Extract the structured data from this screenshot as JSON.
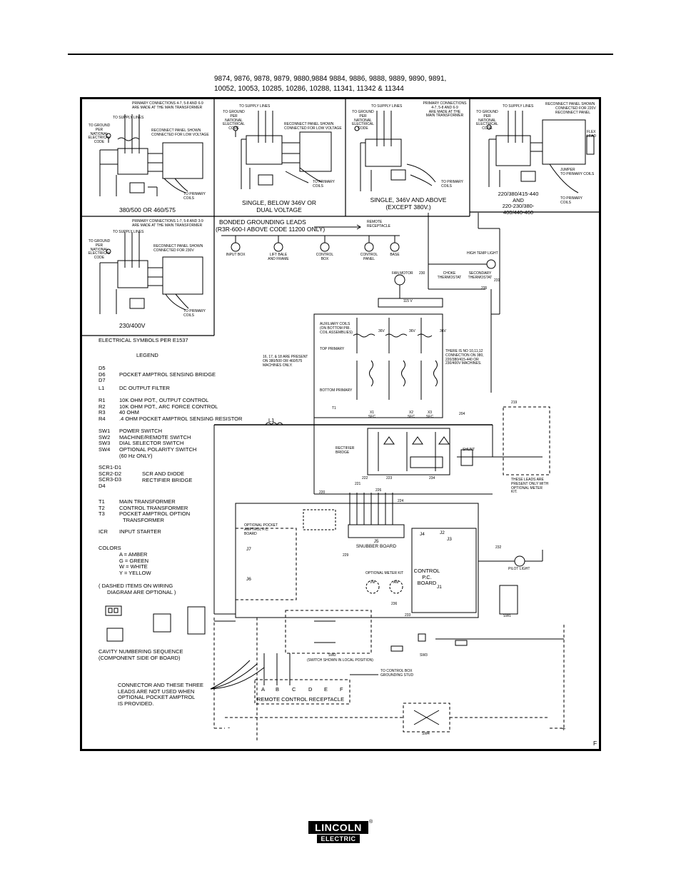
{
  "header": {
    "models_line1": "9874, 9876, 9878, 9879, 9880,9884 9884, 9886, 9888, 9889, 9890, 9891,",
    "models_line2": "10052, 10053, 10285, 10286, 10288, 11341, 11342 & 11344"
  },
  "panels": {
    "p1": {
      "note": [
        "PRIMARY CONNECTIONS 4-7, 5-8 AND 6-9",
        "ARE MADE AT THE MAIN TRANSFORMER"
      ],
      "supply": "TO SUPPLY LINES",
      "ground": [
        "TO GROUND",
        "PER",
        "NATIONAL",
        "ELECTRICAL",
        "CODE"
      ],
      "reconnect": [
        "RECONNECT PANEL SHOWN",
        "CONNECTED FOR LOW VOLTAGE"
      ],
      "primary_coils": [
        "TO PRIMARY",
        "COILS"
      ],
      "caption": "380/500 OR 460/575"
    },
    "p2": {
      "supply": "TO SUPPLY LINES",
      "ground": [
        "TO GROUND",
        "PER",
        "NATIONAL",
        "ELECTRICAL",
        "CODE"
      ],
      "reconnect": [
        "RECONNECT PANEL SHOWN",
        "CONNECTED FOR LOW VOLTAGE"
      ],
      "primary_coils": [
        "TO PRIMARY",
        "COILS"
      ],
      "caption": [
        "SINGLE, BELOW 346V OR",
        "DUAL VOLTAGE"
      ]
    },
    "p3": {
      "supply": "TO SUPPLY LINES",
      "ground": [
        "TO GROUND",
        "PER",
        "NATIONAL",
        "ELECTRICAL",
        "CODE"
      ],
      "note": [
        "PRIMARY CONNECTIONS",
        "4-7, 5-8 AND 6-9",
        "ARE MADE AT THE",
        "MAIN TRANSFORMER"
      ],
      "primary_coils": [
        "TO PRIMARY",
        "COILS"
      ],
      "caption": [
        "SINGLE, 346V AND ABOVE",
        "(EXCEPT 380V.)"
      ]
    },
    "p4": {
      "supply": "TO SUPPLY LINES",
      "ground": [
        "TO GROUND",
        "PER",
        "NATIONAL",
        "ELECTRICAL",
        "CODE"
      ],
      "reconnect": [
        "RECONNECT PANEL SHOWN",
        "CONNECTED FOR 220V",
        "RECONNECT PANEL"
      ],
      "flex": [
        "FLEX",
        "LEAD"
      ],
      "jumper": [
        "JUMPER",
        "TO PRIMARY COILS"
      ],
      "primary_coils": [
        "TO PRIMARY",
        "COILS"
      ],
      "caption": [
        "220/380/415-440",
        "AND",
        "220-230/380-",
        "400/440-460"
      ]
    },
    "p5": {
      "note": [
        "PRIMARY CONNECTIONS 1-7, 5-8 AND 3-9",
        "ARE MADE AT THE MAIN TRANSFORMER"
      ],
      "supply": "TO SUPPLY LINES",
      "ground": [
        "TO GROUND",
        "PER",
        "NATIONAL",
        "ELECTRICAL",
        "CODE"
      ],
      "reconnect": [
        "RECONNECT PANEL SHOWN",
        "CONNECTED FOR 230V"
      ],
      "primary_coils": [
        "TO PRIMARY",
        "COILS"
      ],
      "caption": "230/400V"
    }
  },
  "grounding": {
    "title": "BONDED GROUNDING LEADS",
    "subtitle": "(R3R-600-I ABOVE CODE 11200 ONLY)",
    "remote": [
      "REMOTE",
      "RECEPTACLE"
    ],
    "items": [
      [
        "INPUT BOX"
      ],
      [
        "LIFT BALE",
        "AND FRAME"
      ],
      [
        "CONTROL",
        "BOX"
      ],
      [
        "CONTROL",
        "PANEL"
      ],
      [
        "BASE"
      ]
    ]
  },
  "legend": {
    "symbols_note": "ELECTRICAL SYMBOLS PER E1537",
    "title": "LEGEND",
    "groups": [
      {
        "codes": [
          "D5",
          "D6",
          "D7"
        ],
        "desc": [
          "POCKET AMPTROL SENSING BRIDGE"
        ]
      },
      {
        "codes": [
          "L1"
        ],
        "desc": [
          "DC OUTPUT FILTER"
        ]
      },
      {
        "codes": [
          "R1",
          "R2",
          "R3",
          "R4"
        ],
        "desc": [
          "10K OHM POT., OUTPUT CONTROL",
          "10K OHM POT., ARC FORCE CONTROL",
          "40 OHM",
          ".4 OHM POCKET AMPTROL SENSING RESISTOR"
        ]
      },
      {
        "codes": [
          "SW1",
          "SW2",
          "SW3",
          "SW4"
        ],
        "desc": [
          "POWER SWITCH",
          "MACHINE/REMOTE SWITCH",
          "DIAL SELECTOR SWITCH",
          "OPTIONAL POLARITY SWITCH",
          "(60 Hz ONLY)"
        ]
      },
      {
        "codes": [
          "SCR1-D1",
          "SCR2-D2",
          "SCR3-D3",
          "D4"
        ],
        "desc": [
          "SCR AND DIODE",
          "RECTIFIER BRIDGE"
        ]
      },
      {
        "codes": [
          "T1",
          "T2",
          "T3"
        ],
        "desc": [
          "MAIN TRANSFORMER",
          "CONTROL TRANSFORMER",
          "POCKET AMPTROL   OPTION",
          "TRANSFORMER"
        ]
      },
      {
        "codes": [
          "ICR"
        ],
        "desc": [
          "INPUT STARTER"
        ]
      }
    ],
    "colors_title": "COLORS",
    "colors": [
      "A = AMBER",
      "G = GREEN",
      "W = WHITE",
      "Y = YELLOW"
    ],
    "dashed_note": [
      "( DASHED ITEMS ON WIRING",
      "DIAGRAM ARE OPTIONAL )"
    ],
    "cavity": [
      "CAVITY NUMBERING SEQUENCE",
      "(COMPONENT SIDE OF BOARD)"
    ],
    "connector_note": [
      "CONNECTOR AND THESE THREE",
      "LEADS ARE NOT USED WHEN",
      "OPTIONAL POCKET AMPTROL",
      "IS PROVIDED."
    ]
  },
  "main": {
    "high_temp": "HIGH TEMP LIGHT",
    "choke": [
      "CHOKE",
      "THERMOSTAT"
    ],
    "secondary": [
      "SECONDARY",
      "THERMOSTAT"
    ],
    "fan": "FAN MOTOR",
    "v115": "115 V",
    "aux": [
      "AUXILIARY COILS",
      "(ON BOTTOM PRI.",
      "COIL ASSEMBLIES)"
    ],
    "v36": [
      "36V",
      "36V",
      "36V"
    ],
    "top_primary": "TOP PRIMARY",
    "bottom_primary": "BOTTOM PRIMARY",
    "present_note": [
      "16, 17, & 18 ARE PRESENT",
      "ON 380/500 OR 460/575",
      "MACHINES ONLY."
    ],
    "no_note": [
      "THERE IS NO 10,11,12",
      "CONNECTION ON 380,",
      "220/380/415-440 OR",
      "230/400V MACHINES."
    ],
    "t1": "T1",
    "sec": [
      "X1",
      "X2",
      "X3",
      "SEC",
      "SEC",
      "SEC"
    ],
    "l1": "L1",
    "rectifier": [
      "RECTIFIER",
      "BRIDGE"
    ],
    "shunt": "SHUNT",
    "meter_leads": [
      "THESE LEADS ARE",
      "PRESENT ONLY WITH",
      "OPTIONAL METER",
      "KIT."
    ],
    "pocket_board": [
      "OPTIONAL POCKET",
      "AMPTROL P.C.",
      "BOARD"
    ],
    "snubber": [
      "J5",
      "SNUBBER BOARD"
    ],
    "meter_kit": "OPTIONAL METER KIT",
    "vm": "VM",
    "am": "AM",
    "control_board": [
      "CONTROL",
      "P.C.",
      "BOARD"
    ],
    "pilot": "PILOT LIGHT",
    "sw_labels": [
      "SW1",
      "SW2",
      "SW3",
      "SW4"
    ],
    "sw2_note": "(SWITCH SHOWN IN LOCAL POSITION)",
    "ground_stud": [
      "TO CONTROL BOX",
      "GROUNDING STUD"
    ],
    "receptacle_pins": [
      "A",
      "B",
      "C",
      "D",
      "E",
      "F"
    ],
    "receptacle": "REMOTE CONTROL RECEPTACLE",
    "j_labels": [
      "J1",
      "J2",
      "J3",
      "J4",
      "J6",
      "J7"
    ],
    "letter": "F",
    "minus": "-",
    "plus": "+",
    "wire_numbers": [
      "219",
      "204",
      "220",
      "221",
      "222",
      "223",
      "224",
      "226",
      "229",
      "230",
      "231",
      "232",
      "233",
      "234",
      "235",
      "236"
    ]
  },
  "logo": {
    "top": "LINCOLN",
    "bottom": "ELECTRIC",
    "reg": "®"
  }
}
